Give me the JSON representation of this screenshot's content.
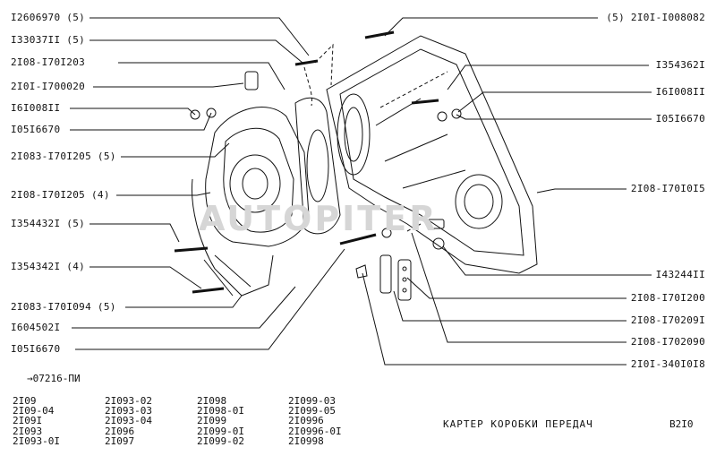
{
  "left_labels": [
    "I2606970 (5)",
    "I33037II (5)",
    "2I08-I70I203",
    "2I0I-I700020",
    "I6I008II",
    "I05I6670",
    "2I083-I70I205 (5)",
    "2I08-I70I205 (4)",
    "I354432I (5)",
    "I354342I (4)",
    "2I083-I70I094 (5)",
    "I604502I",
    "I05I6670"
  ],
  "right_labels": [
    "(5) 2I0I-I008082",
    "I354362I",
    "I6I008II",
    "I05I6670",
    "2I08-I70I0I5",
    "I43244II",
    "2I08-I70I200",
    "2I08-I70209I",
    "2I08-I702090",
    "2I0I-340I0I8"
  ],
  "legend_text": "→07216-ПИ",
  "models": [
    [
      "2I09",
      "2I09-04",
      "2I09I",
      "2I093",
      "2I093-0I"
    ],
    [
      "2I093-02",
      "2I093-03",
      "2I093-04",
      "2I096",
      "2I097"
    ],
    [
      "2I098",
      "2I098-0I",
      "2I099",
      "2I099-0I",
      "2I099-02"
    ],
    [
      "2I099-03",
      "2I099-05",
      "2I0996",
      "2I0996-0I",
      "2I0998"
    ]
  ],
  "title": "КАРТЕР КОРОБКИ ПЕРЕДАЧ",
  "code": "B2I0",
  "watermark": "AUTOPITER"
}
